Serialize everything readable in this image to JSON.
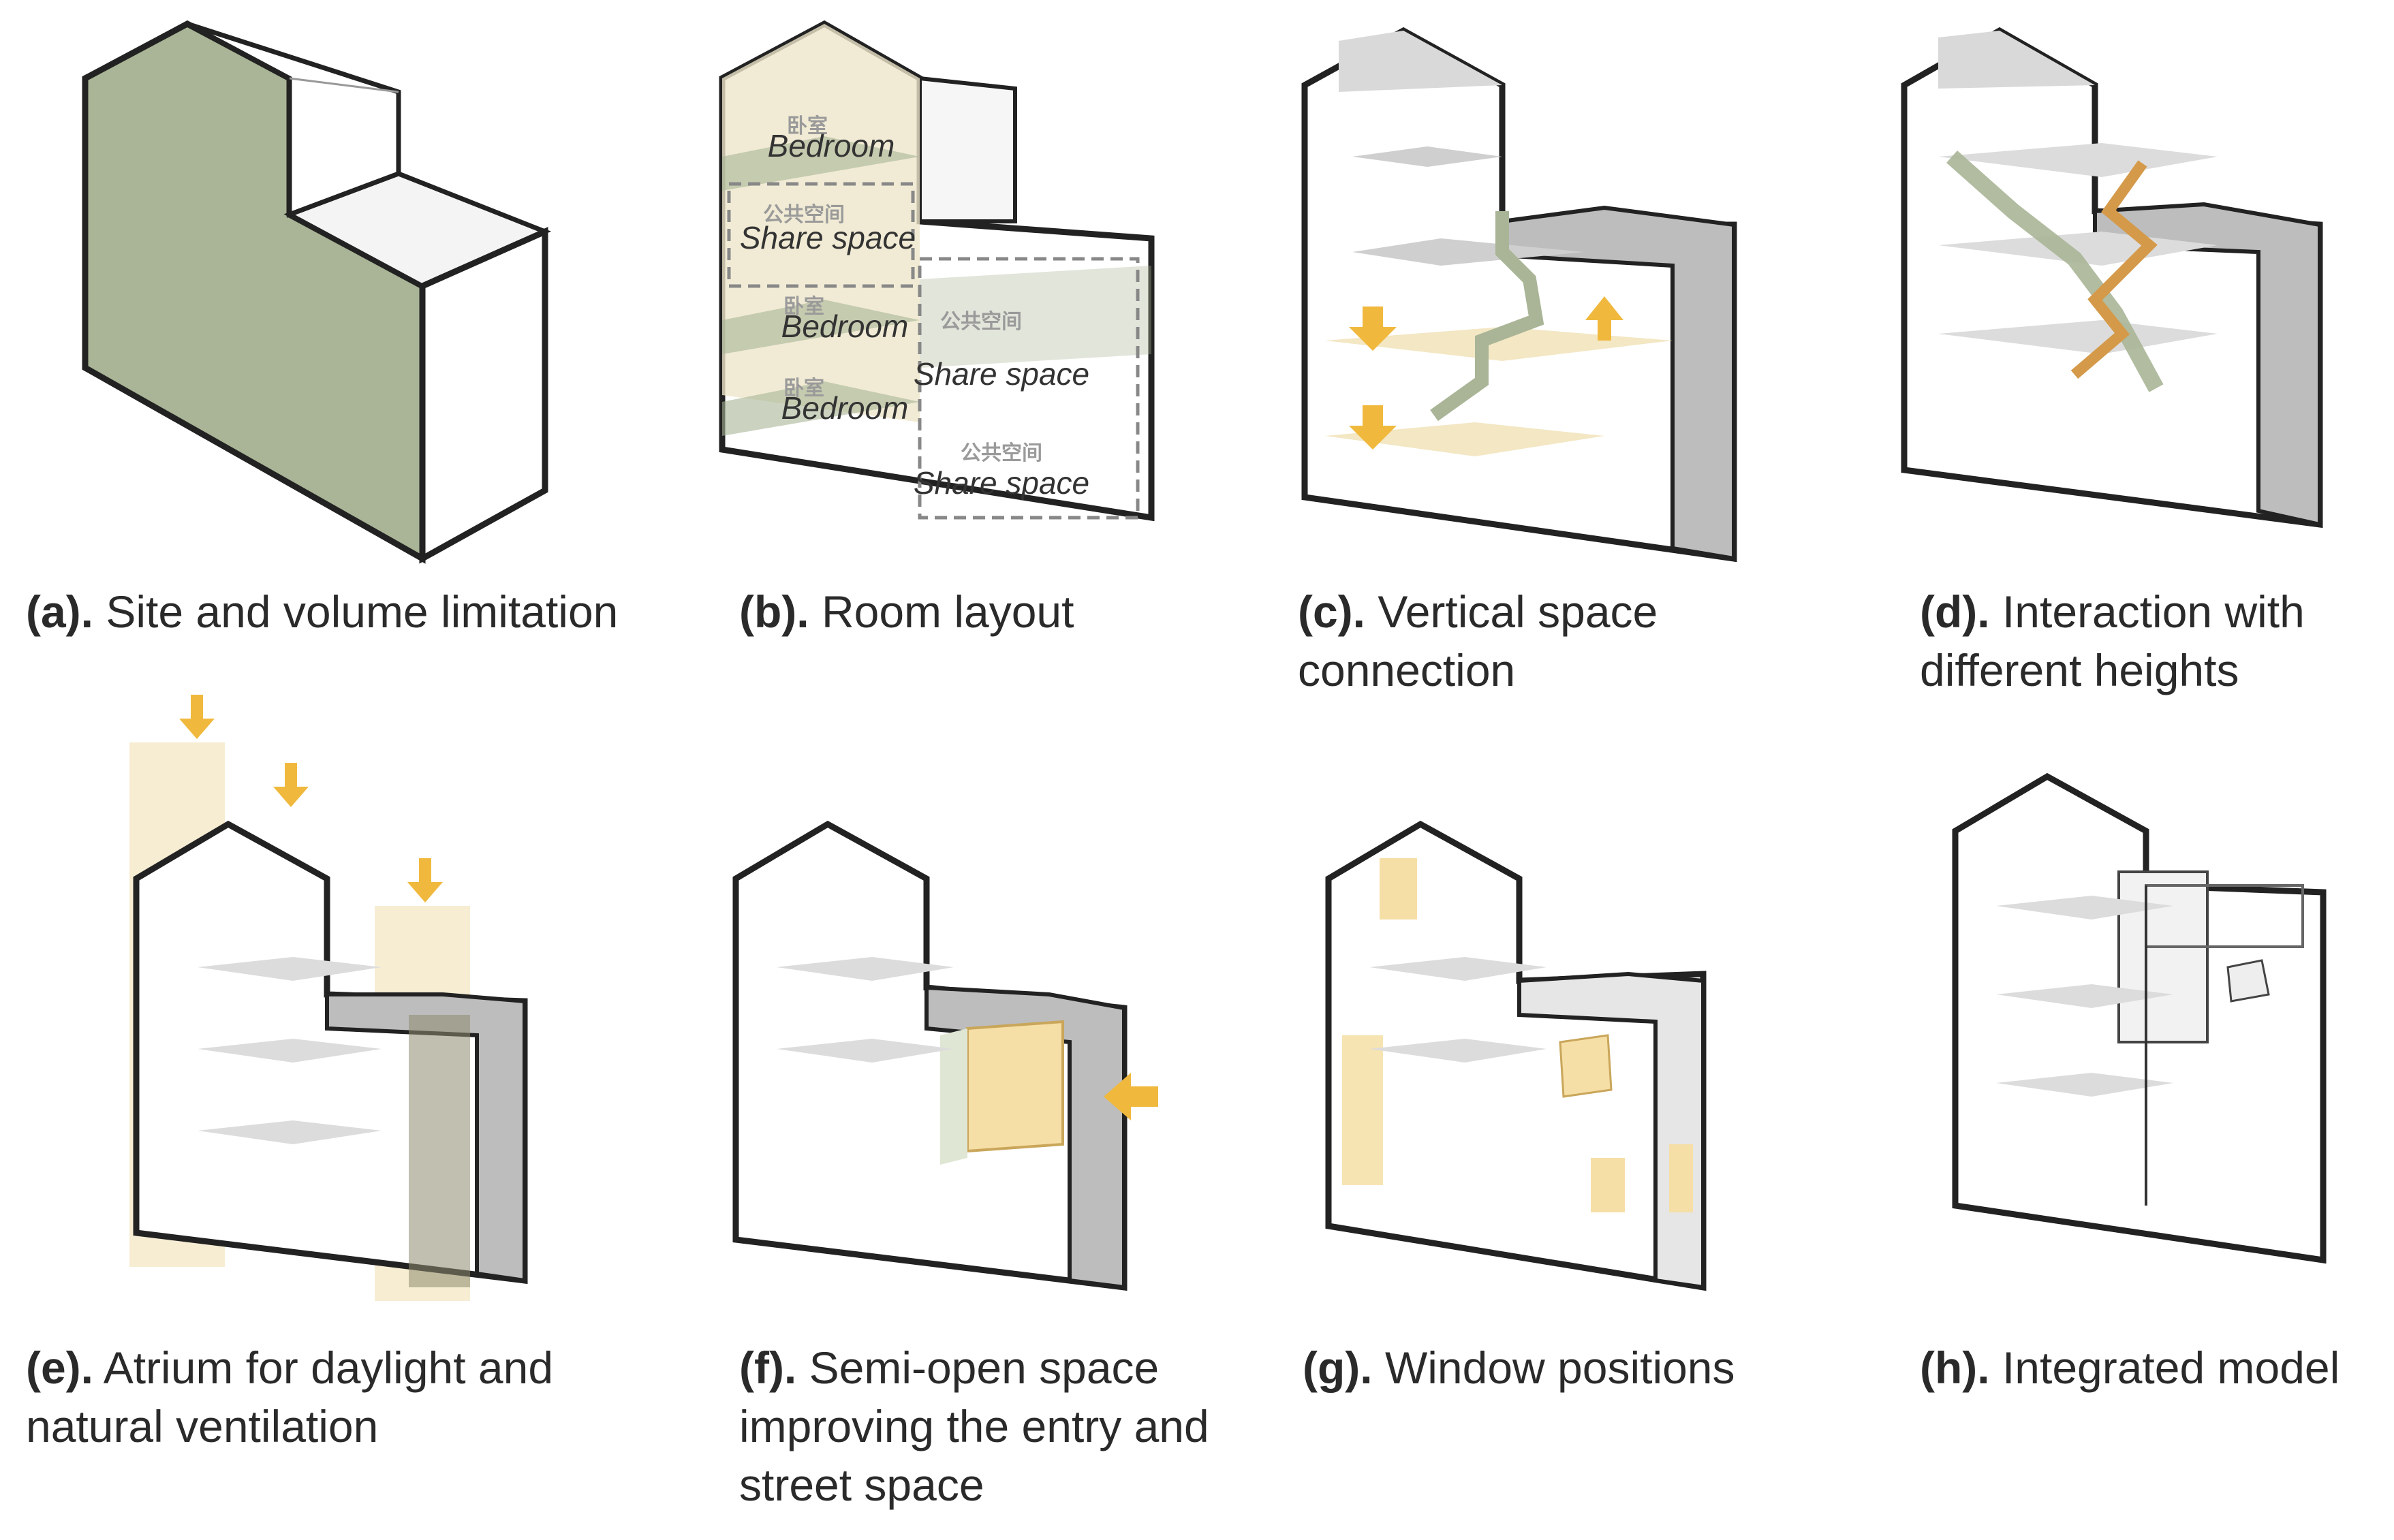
{
  "panels": [
    {
      "id": "a",
      "letter": "(a).",
      "caption": "Site and volume limitation"
    },
    {
      "id": "b",
      "letter": "(b).",
      "caption": "Room layout"
    },
    {
      "id": "c",
      "letter": "(c).",
      "caption": "Vertical space connection"
    },
    {
      "id": "d",
      "letter": "(d).",
      "caption": "Interaction with different heights"
    },
    {
      "id": "e",
      "letter": "(e).",
      "caption": "Atrium for daylight and natural ventilation"
    },
    {
      "id": "f",
      "letter": "(f).",
      "caption": "Semi-open space improving the entry and street space"
    },
    {
      "id": "g",
      "letter": "(g).",
      "caption": "Window positions"
    },
    {
      "id": "h",
      "letter": "(h).",
      "caption": "Integrated model"
    }
  ],
  "room_layout_labels": {
    "bedroom_cn": "卧室",
    "share_cn": "公共空间",
    "bedroom": "Bedroom",
    "share": "Share space"
  },
  "colors": {
    "outline": "#222222",
    "sage": "#a9b596",
    "sage_dark": "#8e9a7c",
    "light_grey": "#d9d9d9",
    "mid_grey": "#bdbdbd",
    "cream": "#f3e7c4",
    "yellow": "#f2cf7a",
    "arrow": "#f0b93e",
    "orange": "#d49a4a"
  }
}
